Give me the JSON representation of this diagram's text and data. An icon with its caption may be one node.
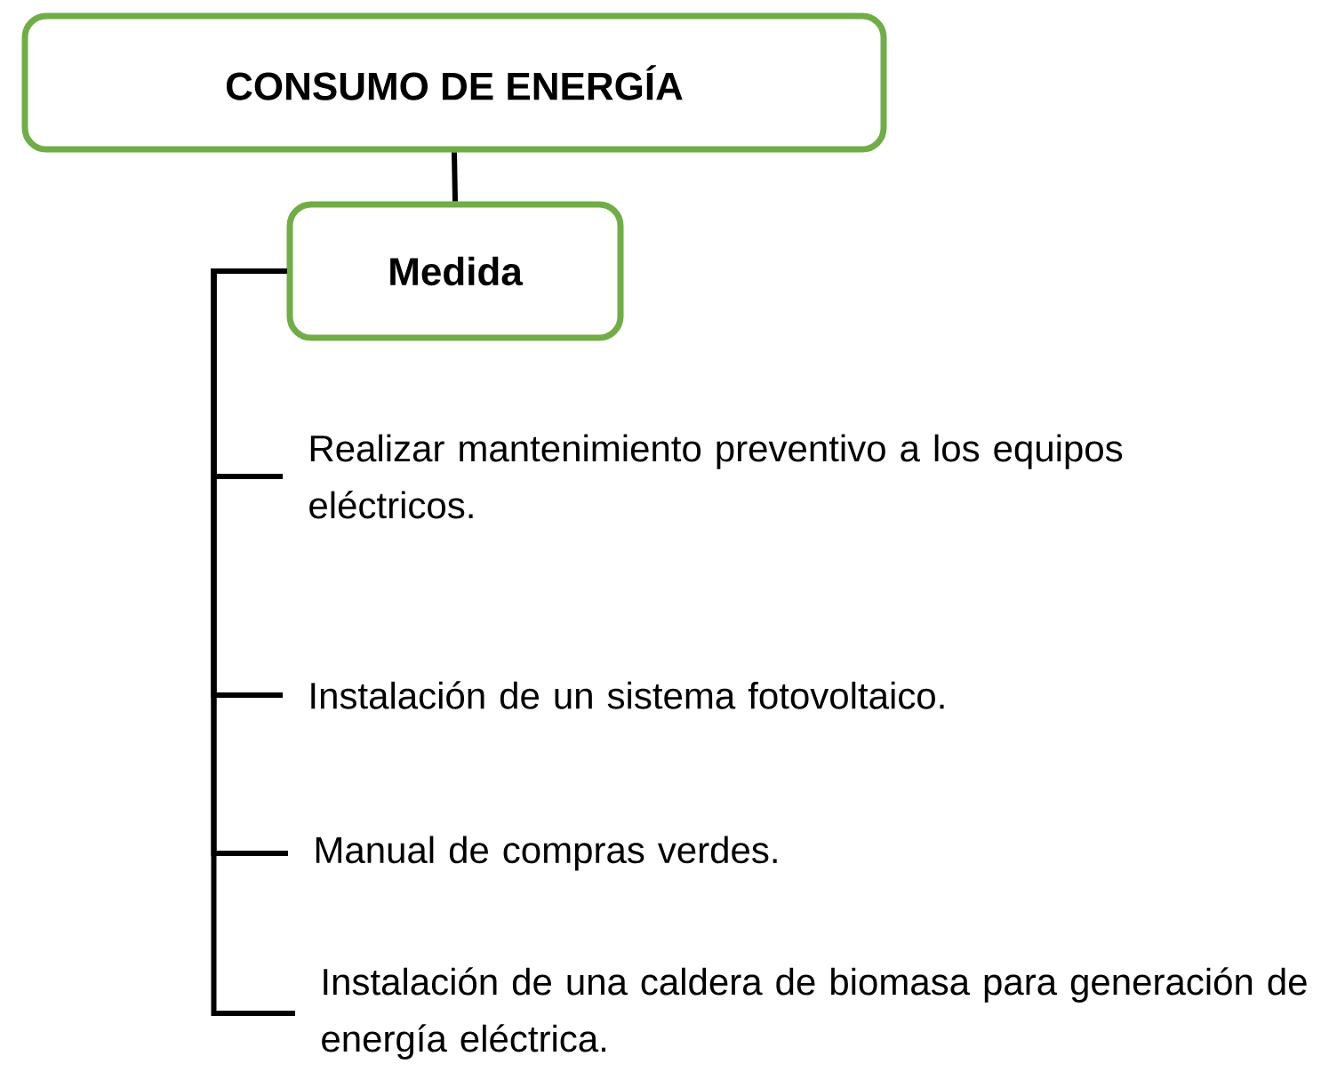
{
  "diagram": {
    "nodes": [
      {
        "text": [
          "CONSUMO DE ENERGÍA"
        ]
      },
      {
        "text": [
          "Medida"
        ]
      },
      {
        "text": [
          "Realizar mantenimiento preventivo a los equipos eléctricos."
        ]
      },
      {
        "text": [
          "Instalación de un sistema fotovoltaico."
        ]
      },
      {
        "text": [
          "Manual de compras verdes."
        ]
      },
      {
        "text": [
          "Instalación de una caldera de biomasa para generación de energía eléctrica."
        ]
      }
    ],
    "edges": [
      {
        "from": 0,
        "to": 1,
        "arrow": "none"
      },
      {
        "from": 1,
        "to": 2,
        "arrow": "none"
      },
      {
        "from": 1,
        "to": 3,
        "arrow": "none"
      },
      {
        "from": 1,
        "to": 4,
        "arrow": "none"
      },
      {
        "from": 1,
        "to": 5,
        "arrow": "none"
      }
    ]
  }
}
